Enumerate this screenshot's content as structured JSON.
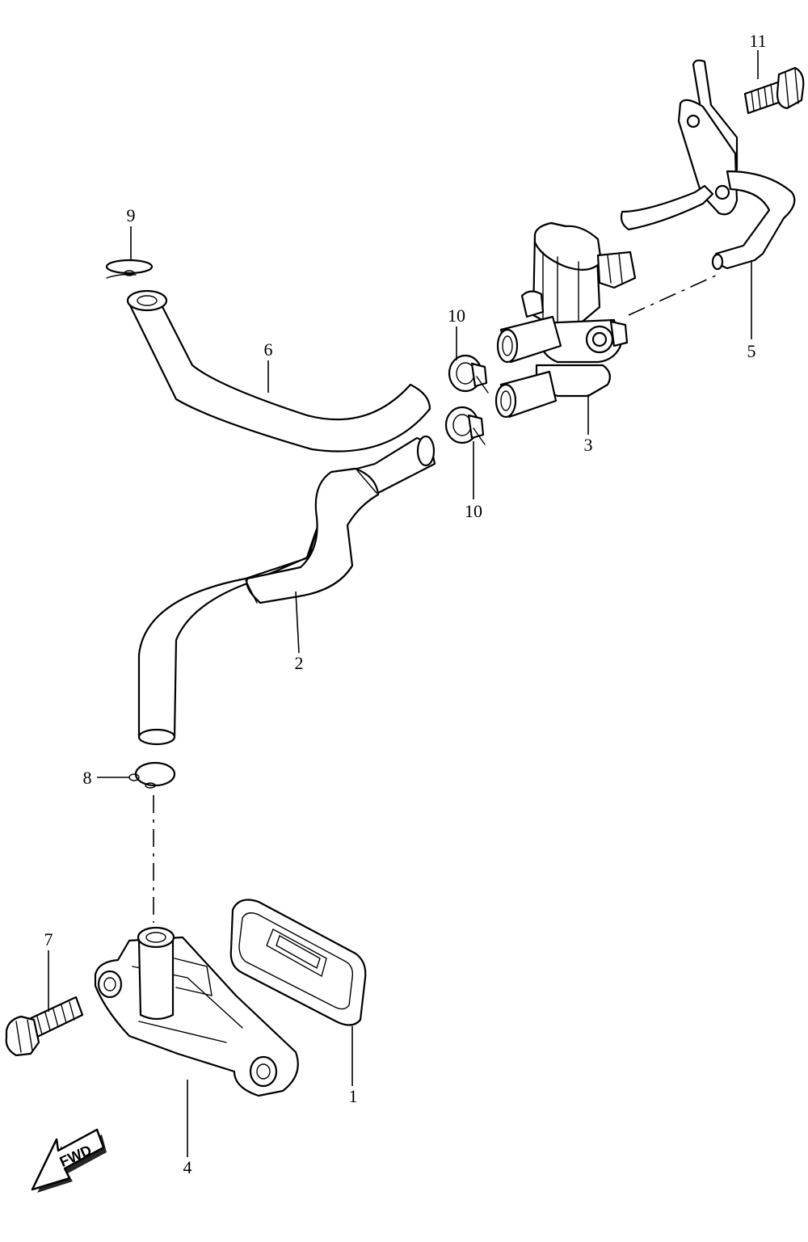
{
  "callouts": {
    "c1": "1",
    "c2": "2",
    "c3": "3",
    "c4": "4",
    "c5": "5",
    "c6": "6",
    "c7": "7",
    "c8": "8",
    "c9": "9",
    "c10a": "10",
    "c10b": "10",
    "c11": "11"
  },
  "direction_badge": {
    "label": "FWD",
    "icon": "arrow-left-icon"
  },
  "colors": {
    "line": "#000000",
    "background": "#ffffff"
  }
}
